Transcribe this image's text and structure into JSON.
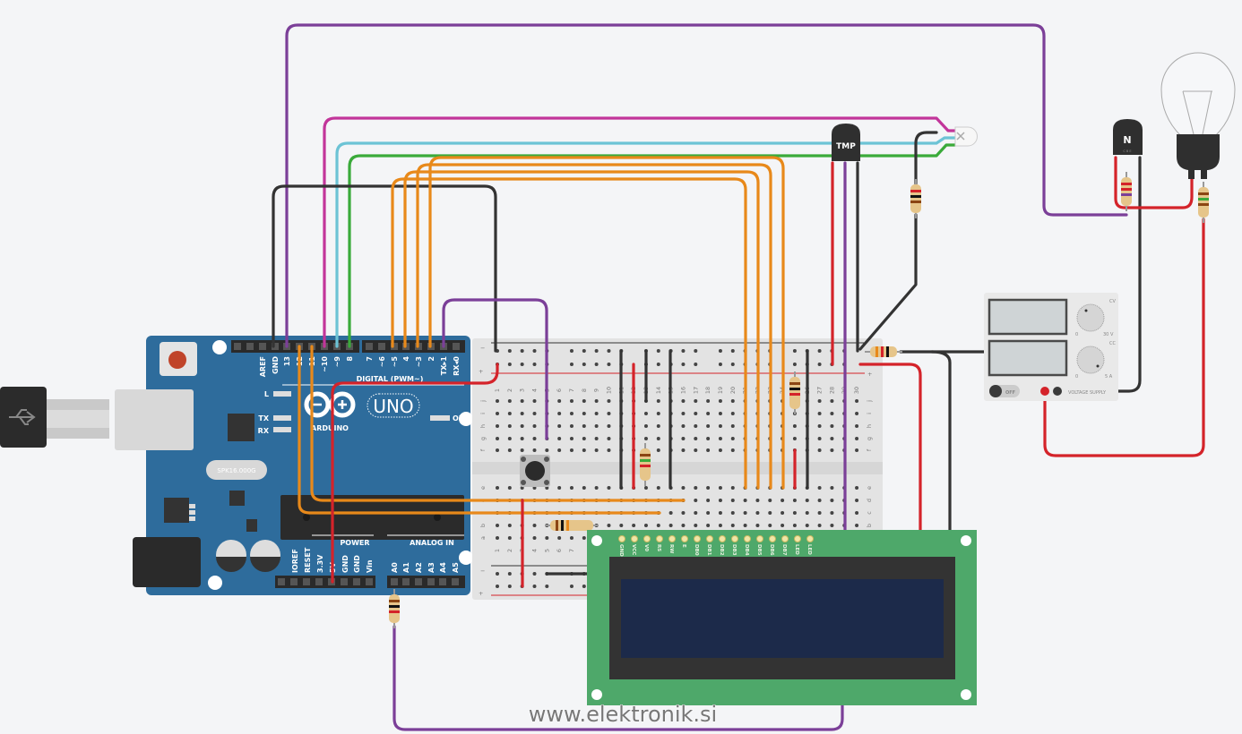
{
  "arduino": {
    "brand": "ARDUINO",
    "model": "UNO",
    "digital_title": "DIGITAL (PWM~)",
    "power_title": "POWER",
    "analog_title": "ANALOG IN",
    "crystal": "SPK16.000G",
    "led_labels": [
      "L",
      "TX",
      "RX",
      "ON"
    ],
    "digital_pins_left": [
      "AREF",
      "GND",
      "13",
      "12",
      "~11",
      "~10",
      "~9",
      "8"
    ],
    "digital_pins_right": [
      "7",
      "~6",
      "~5",
      "4",
      "~3",
      "2",
      "TX▸1",
      "RX◂0"
    ],
    "power_pins": [
      "IOREF",
      "RESET",
      "3.3V",
      "5V",
      "GND",
      "GND",
      "Vin"
    ],
    "analog_pins": [
      "A0",
      "A1",
      "A2",
      "A3",
      "A4",
      "A5"
    ],
    "board_color": "#2e6c9c"
  },
  "breadboard": {
    "columns": [
      "1",
      "2",
      "3",
      "4",
      "5",
      "6",
      "7",
      "8",
      "9",
      "10",
      "11",
      "12",
      "13",
      "14",
      "15",
      "16",
      "17",
      "18",
      "19",
      "20",
      "21",
      "22",
      "23",
      "24",
      "25",
      "26",
      "27",
      "28",
      "29",
      "30"
    ],
    "rows_top": [
      "j",
      "i",
      "h",
      "g",
      "f"
    ],
    "rows_bottom": [
      "e",
      "d",
      "c",
      "b",
      "a"
    ],
    "rail_minus": "−",
    "rail_plus": "+"
  },
  "temperature_sensor": {
    "label": "TMP"
  },
  "transistor": {
    "label": "N",
    "pins": "C B E"
  },
  "lcd": {
    "pins": [
      "GND",
      "VCC",
      "V0",
      "RS",
      "RW",
      "E",
      "DB0",
      "DB1",
      "DB2",
      "DB3",
      "DB4",
      "DB5",
      "DB6",
      "DB7",
      "LED",
      "LED"
    ],
    "pcb_color": "#4ea86a",
    "screen_color": "#1c2a4a"
  },
  "power_supply": {
    "voltage_mode": "CV",
    "current_mode": "CC",
    "voltage_min": "0",
    "voltage_max": "30 V",
    "current_min": "0",
    "current_max": "5 A",
    "switch_label": "OFF",
    "caption": "VOLTAGE SUPPLY"
  },
  "watermark": "www.elektronik.si",
  "wire_colors": {
    "purple": "#7b3f98",
    "magenta": "#c2359a",
    "cyan": "#6cc3d5",
    "green": "#3aaa3a",
    "black": "#333333",
    "orange": "#e8891a",
    "red": "#d4232a"
  }
}
